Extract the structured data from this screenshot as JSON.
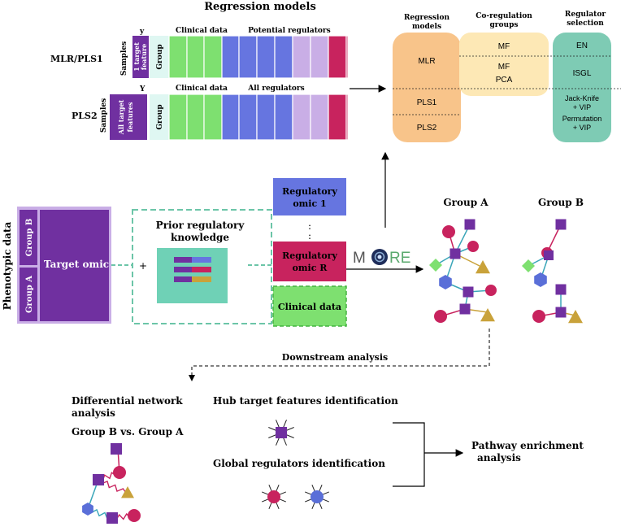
{
  "regression": {
    "title": "Regression models",
    "mlr_label": "MLR/PLS1",
    "pls2_label": "PLS2",
    "y_small": "y",
    "y_big": "Y",
    "samples": "Samples",
    "one_target_a": "1 target",
    "one_target_b": "feature",
    "all_target_a": "All target",
    "all_target_b": "features",
    "group": "Group",
    "clinical": "Clinical data",
    "potential_regulators": "Potential regulators",
    "all_regulators": "All regulators"
  },
  "table": {
    "col1_a": "Regression",
    "col1_b": "models",
    "col2_a": "Co-regulation",
    "col2_b": "groups",
    "col3_a": "Regulator",
    "col3_b": "selection",
    "mlr": "MLR",
    "pls1": "PLS1",
    "pls2": "PLS2",
    "mf1": "MF",
    "mf2": "MF",
    "pca": "PCA",
    "en": "EN",
    "isgl": "ISGL",
    "jk1": "Jack-Knife",
    "jk2": "+ VIP",
    "perm1": "Permutation",
    "perm2": "+ VIP"
  },
  "pheno": {
    "phenotypic": "Phenotypic data",
    "group_a": "Group A",
    "group_b": "Group B",
    "target_omic": "Target omic",
    "plus": "+",
    "prior1": "Prior regulatory",
    "prior2": "knowledge",
    "reg1_a": "Regulatory",
    "reg1_b": "omic 1",
    "dots": ":",
    "regR_a": "Regulatory",
    "regR_b": "omic R",
    "clinical": "Clinical data",
    "more_m": "M",
    "more_re": "RE"
  },
  "networks": {
    "group_a": "Group A",
    "group_b": "Group B"
  },
  "downstream": {
    "title": "Downstream analysis",
    "diff1": "Differential network",
    "diff2": "analysis",
    "diff3": "Group B vs. Group A",
    "hub": "Hub target features identification",
    "global": "Global regulators identification",
    "path1": "Pathway enrichment",
    "path2": "analysis"
  },
  "colors": {
    "purple": "#7030a0",
    "green": "#7ee070",
    "blue": "#6675e0",
    "lavender": "#c9aee6",
    "crimson": "#c8235e",
    "teal": "#6fd1b6",
    "orange": "#f8c48a",
    "cream": "#fde8b5",
    "mint": "#7ecbb4",
    "gold": "#c9a23a",
    "hexblue": "#5a6fd8",
    "dashgreen": "#6cc5a8"
  }
}
